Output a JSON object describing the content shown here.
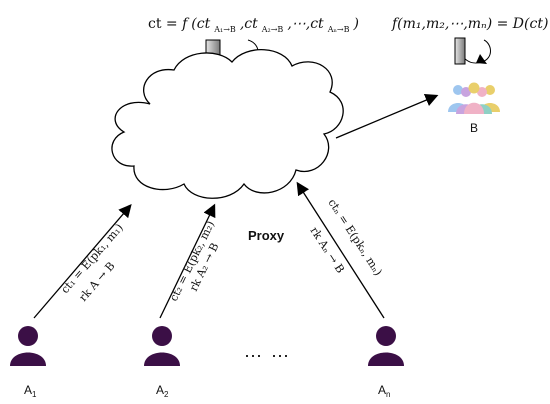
{
  "top_formula": "ct = f(ct",
  "top_formula_parts": {
    "lhs": "ct = ",
    "f": "f",
    "args": "(ct",
    "sub1": "A₁→B",
    "comma1": ",ct",
    "sub2": "A₂→B",
    "ellipsis": ",⋯,ct",
    "subn": "Aₙ→B",
    "close": ")"
  },
  "decrypt_formula": "f(m₁,m₂,⋯,mₙ) = D(ct)",
  "proxy_label": "Proxy",
  "recipient_label": "B",
  "ellipsis": "⋯ ⋯",
  "senders": [
    {
      "label": "A",
      "sub": "1",
      "ct": "ct₁ = E(pk₁, m₁)",
      "rk": "rk A → B"
    },
    {
      "label": "A",
      "sub": "2",
      "ct": "ct₂ = E(pk₂, m₂)",
      "rk": "rk A₂ → B"
    },
    {
      "label": "A",
      "sub": "n",
      "ct": "ctₙ = E(pkₙ, mₙ)",
      "rk": "rk Aₙ → B"
    }
  ],
  "colors": {
    "person": "#3b0f46",
    "group": [
      "#e9cf6b",
      "#c8a4df",
      "#8fd0c4",
      "#f0b2c6",
      "#9ec6ef"
    ]
  }
}
